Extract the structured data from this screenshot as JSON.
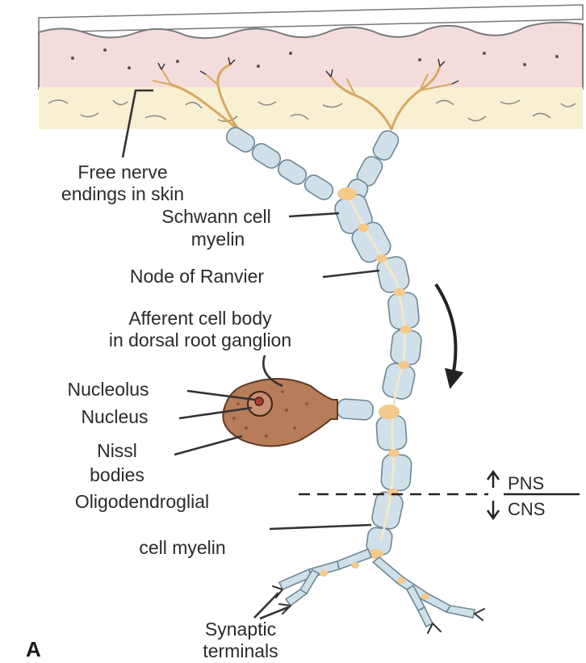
{
  "labels": {
    "free_nerve_1": "Free nerve",
    "free_nerve_2": "endings in skin",
    "schwann_1": "Schwann cell",
    "schwann_2": "myelin",
    "node": "Node of Ranvier",
    "afferent_1": "Afferent cell body",
    "afferent_2": "in dorsal root ganglion",
    "nucleolus": "Nucleolus",
    "nucleus": "Nucleus",
    "nissl_1": "Nissl",
    "nissl_2": "bodies",
    "pns": "PNS",
    "cns": "CNS",
    "oligo_1": "Oligodendroglial",
    "oligo_2": "cell myelin",
    "synaptic_1": "Synaptic",
    "synaptic_2": "terminals",
    "panel": "A"
  },
  "colors": {
    "epidermis": "#f5dcdc",
    "dermis": "#f8f0d2",
    "myelin": "#cfe0ea",
    "node": "#f4c98a",
    "cell_body": "#b77d58",
    "nucleus": "#c98e73"
  }
}
